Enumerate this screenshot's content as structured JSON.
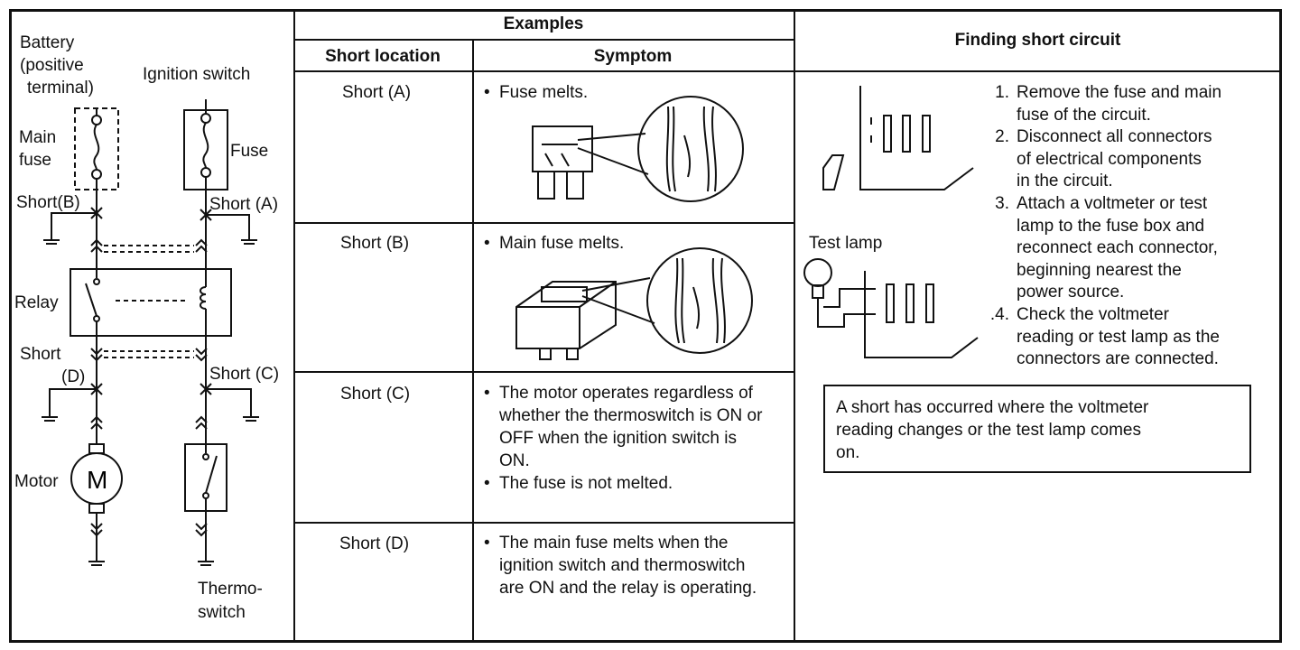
{
  "circuit": {
    "battery_label": [
      "Battery",
      "(positive",
      "terminal)"
    ],
    "ignition_label": "Ignition switch",
    "main_fuse_label": [
      "Main",
      "fuse"
    ],
    "fuse_label": "Fuse",
    "short_b_label": "Short(B)",
    "short_a_label": "Short (A)",
    "relay_label": "Relay",
    "short_d_label": [
      "Short",
      "(D)"
    ],
    "short_c_label": "Short (C)",
    "motor_label": "Motor",
    "motor_symbol": "M",
    "thermo_label": [
      "Thermo-",
      "switch"
    ]
  },
  "examples": {
    "header": "Examples",
    "col_location": "Short location",
    "col_symptom": "Symptom",
    "rows": [
      {
        "location": "Short (A)",
        "symptoms": [
          "Fuse melts."
        ]
      },
      {
        "location": "Short (B)",
        "symptoms": [
          "Main fuse melts."
        ]
      },
      {
        "location": "Short (C)",
        "symptoms": [
          "The motor operates regardless of whether the thermoswitch is ON or OFF when the ignition switch is ON.",
          "The fuse is not melted."
        ]
      },
      {
        "location": "Short (D)",
        "symptoms": [
          "The main fuse melts when the ignition switch and thermoswitch are ON and the relay is operating."
        ]
      }
    ]
  },
  "finding": {
    "header": "Finding short circuit",
    "steps": [
      {
        "num": "1.",
        "text": [
          "Remove the fuse and main",
          "fuse of the circuit."
        ]
      },
      {
        "num": "2.",
        "text": [
          "Disconnect all connectors",
          "of electrical components",
          "in the circuit."
        ]
      },
      {
        "num": "3.",
        "text": [
          "Attach a voltmeter or test",
          "lamp to the fuse box and",
          "reconnect each connector,",
          "beginning nearest the",
          "power source."
        ]
      },
      {
        "num": ".4.",
        "text": [
          "Check the voltmeter",
          "reading or test lamp as the",
          "connectors are connected."
        ]
      }
    ],
    "test_lamp_label": "Test lamp",
    "note": [
      "A short has occurred where the voltmeter",
      "reading changes or the test lamp comes",
      "on."
    ]
  }
}
